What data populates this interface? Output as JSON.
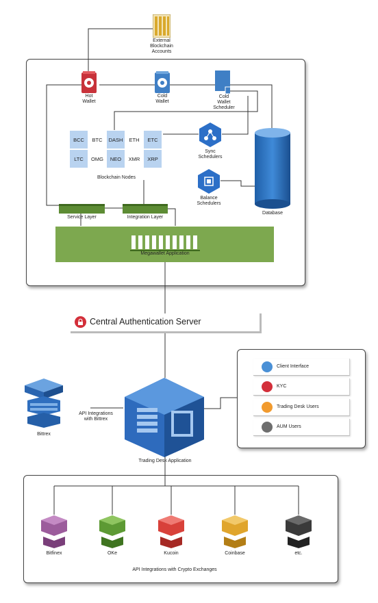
{
  "external": {
    "label": "External\nBlockchain\nAccounts"
  },
  "wallets": {
    "hot": "Hot\nWallet",
    "cold": "Cold\nWallet",
    "cold_scheduler": "Cold\nWallet\nScheduler"
  },
  "nodes": {
    "label": "Blockchain Nodes",
    "cells": [
      "BCC",
      "BTC",
      "DASH",
      "ETH",
      "ETC",
      "LTC",
      "OMG",
      "NEO",
      "XMR",
      "XRP"
    ]
  },
  "schedulers": {
    "sync": "Sync\nSchedulers",
    "balance": "Balance\nSchedulers"
  },
  "database": {
    "label": "Database"
  },
  "layers": {
    "service": "Service Layer",
    "integration": "Integration Layer"
  },
  "megawallet": {
    "label": "Megawallet Application"
  },
  "auth": {
    "label": "Central Authentication Server"
  },
  "legend": {
    "items": [
      {
        "label": "Client Interface",
        "color": "#4a90d6"
      },
      {
        "label": "KYC",
        "color": "#d32f3a"
      },
      {
        "label": "Trading Desk Users",
        "color": "#f19a2e"
      },
      {
        "label": "AUM Users",
        "color": "#6e6e6e"
      }
    ]
  },
  "bittrex": {
    "label": "Bittrex",
    "integration": "API Integrations\nwith Bittrex"
  },
  "trading_desk": {
    "label": "Trading Desk Application"
  },
  "exchanges": {
    "items": [
      {
        "label": "Bitfinex",
        "color": "#9c5c9c"
      },
      {
        "label": "OKe",
        "color": "#5d9a34"
      },
      {
        "label": "Kucoin",
        "color": "#d8413a"
      },
      {
        "label": "Coinbase",
        "color": "#e0a52c"
      },
      {
        "label": "etc.",
        "color": "#3a3a3a"
      }
    ],
    "caption": "API Integrations with Crypto Exchanges"
  }
}
